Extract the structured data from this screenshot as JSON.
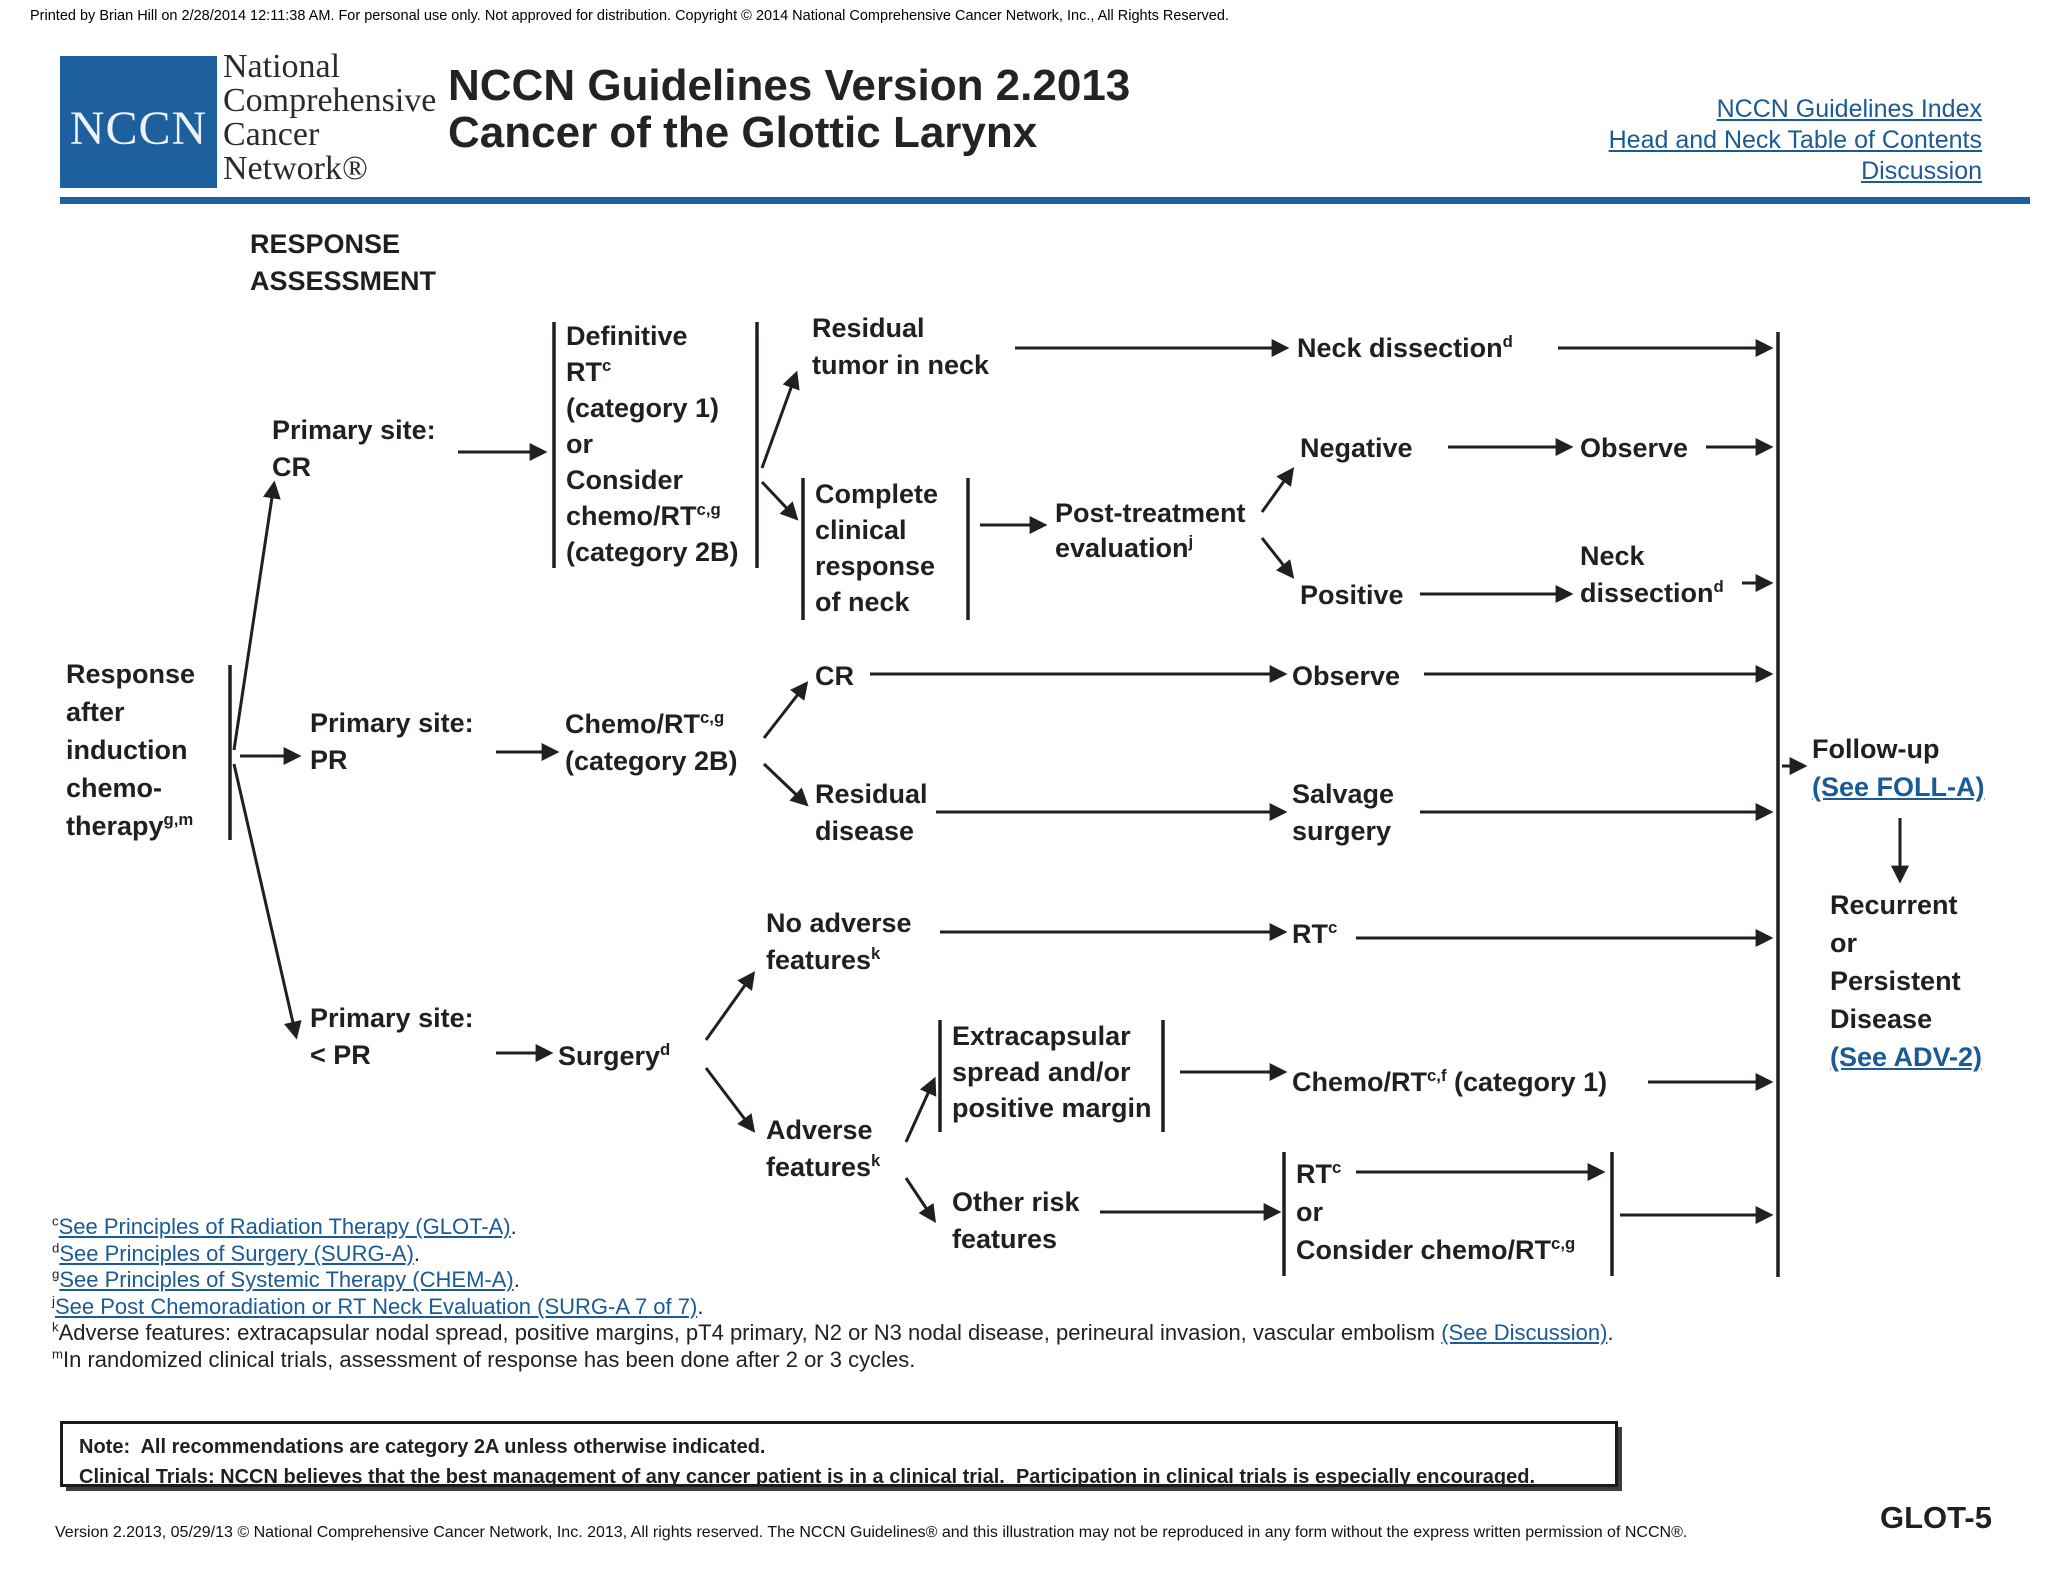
{
  "header": {
    "print_line": "Printed by Brian Hill on 2/28/2014 12:11:38 AM. For personal use only. Not approved for distribution. Copyright © 2014 National Comprehensive Cancer Network, Inc., All Rights Reserved.",
    "logo_acronym": "NCCN",
    "brand_lines": [
      "National",
      "Comprehensive",
      "Cancer",
      "Network®"
    ],
    "title_line1": "NCCN Guidelines Version 2.2013",
    "title_line2": "Cancer of the Glottic Larynx",
    "links": [
      "NCCN Guidelines Index",
      "Head and Neck Table of Contents",
      "Discussion"
    ]
  },
  "nodes": {
    "response_assessment": [
      [
        {
          "t": "RESPONSE"
        }
      ],
      [
        {
          "t": "ASSESSMENT"
        }
      ]
    ],
    "response_after": [
      [
        {
          "t": "Response"
        }
      ],
      [
        {
          "t": "after"
        }
      ],
      [
        {
          "t": "induction"
        }
      ],
      [
        {
          "t": "chemo-"
        }
      ],
      [
        {
          "t": "therapy"
        },
        {
          "t": "g,m",
          "k": "sup"
        }
      ]
    ],
    "primary_cr": [
      [
        {
          "t": "Primary site:"
        }
      ],
      [
        {
          "t": "CR"
        }
      ]
    ],
    "primary_pr": [
      [
        {
          "t": "Primary site:"
        }
      ],
      [
        {
          "t": "PR"
        }
      ]
    ],
    "primary_less_pr": [
      [
        {
          "t": "Primary site:"
        }
      ],
      [
        {
          "t": "< PR"
        }
      ]
    ],
    "definitive_rt": [
      [
        {
          "t": "Definitive"
        }
      ],
      [
        {
          "t": "RT"
        },
        {
          "t": "c",
          "k": "sup"
        }
      ],
      [
        {
          "t": "(category 1)"
        }
      ],
      [
        {
          "t": "or"
        }
      ],
      [
        {
          "t": "Consider"
        }
      ],
      [
        {
          "t": "chemo/RT"
        },
        {
          "t": "c,g",
          "k": "sup"
        }
      ],
      [
        {
          "t": "(category 2B)"
        }
      ]
    ],
    "residual_tumor": [
      [
        {
          "t": "Residual"
        }
      ],
      [
        {
          "t": "tumor in neck"
        }
      ]
    ],
    "neck_dissection_1": [
      [
        {
          "t": "Neck dissection"
        },
        {
          "t": "d",
          "k": "sup"
        }
      ]
    ],
    "complete_response": [
      [
        {
          "t": "Complete"
        }
      ],
      [
        {
          "t": "clinical"
        }
      ],
      [
        {
          "t": "response"
        }
      ],
      [
        {
          "t": "of neck"
        }
      ]
    ],
    "post_treatment": [
      [
        {
          "t": "Post-treatment"
        }
      ],
      [
        {
          "t": "evaluation"
        },
        {
          "t": "j",
          "k": "sup"
        }
      ]
    ],
    "negative": [
      [
        {
          "t": "Negative"
        }
      ]
    ],
    "observe_1": [
      [
        {
          "t": "Observe"
        }
      ]
    ],
    "positive": [
      [
        {
          "t": "Positive"
        }
      ]
    ],
    "neck_dissection_2": [
      [
        {
          "t": "Neck"
        }
      ],
      [
        {
          "t": "dissection"
        },
        {
          "t": "d",
          "k": "sup"
        }
      ]
    ],
    "chemo_rt_2b": [
      [
        {
          "t": "Chemo/RT"
        },
        {
          "t": "c,g",
          "k": "sup"
        }
      ],
      [
        {
          "t": "(category 2B)"
        }
      ]
    ],
    "cr_2": [
      [
        {
          "t": "CR"
        }
      ]
    ],
    "observe_2": [
      [
        {
          "t": "Observe"
        }
      ]
    ],
    "residual_disease": [
      [
        {
          "t": "Residual"
        }
      ],
      [
        {
          "t": "disease"
        }
      ]
    ],
    "salvage_surgery": [
      [
        {
          "t": "Salvage"
        }
      ],
      [
        {
          "t": "surgery"
        }
      ]
    ],
    "surgery": [
      [
        {
          "t": "Surgery"
        },
        {
          "t": "d",
          "k": "sup"
        }
      ]
    ],
    "no_adverse": [
      [
        {
          "t": "No adverse"
        }
      ],
      [
        {
          "t": "features"
        },
        {
          "t": "k",
          "k": "sup"
        }
      ]
    ],
    "rt_1": [
      [
        {
          "t": "RT"
        },
        {
          "t": "c",
          "k": "sup"
        }
      ]
    ],
    "adverse": [
      [
        {
          "t": "Adverse"
        }
      ],
      [
        {
          "t": "features"
        },
        {
          "t": "k",
          "k": "sup"
        }
      ]
    ],
    "extracapsular": [
      [
        {
          "t": "Extracapsular"
        }
      ],
      [
        {
          "t": "spread and/or"
        }
      ],
      [
        {
          "t": "positive margin"
        }
      ]
    ],
    "chemo_rt_cf": [
      [
        {
          "t": "Chemo/RT"
        },
        {
          "t": "c,f",
          "k": "sup"
        },
        {
          "t": " (category 1)"
        }
      ]
    ],
    "other_risk": [
      [
        {
          "t": "Other risk"
        }
      ],
      [
        {
          "t": "features"
        }
      ]
    ],
    "rt_or_consider": [
      [
        {
          "t": "RT"
        },
        {
          "t": "c",
          "k": "sup"
        }
      ],
      [
        {
          "t": "or"
        }
      ],
      [
        {
          "t": "Consider chemo/RT"
        },
        {
          "t": "c,g",
          "k": "sup"
        }
      ]
    ],
    "follow_up": [
      [
        {
          "t": "Follow-up"
        }
      ],
      [
        {
          "t": "(See FOLL-A)",
          "k": "link"
        }
      ]
    ],
    "recurrent": [
      [
        {
          "t": "Recurrent"
        }
      ],
      [
        {
          "t": "or"
        }
      ],
      [
        {
          "t": "Persistent"
        }
      ],
      [
        {
          "t": "Disease"
        }
      ],
      [
        {
          "t": "(See ADV-2)",
          "k": "link"
        }
      ]
    ]
  },
  "footnotes": [
    [
      {
        "t": "c",
        "k": "sup"
      },
      {
        "t": "See Principles of Radiation Therapy (GLOT-A)",
        "k": "link"
      },
      {
        "t": "."
      }
    ],
    [
      {
        "t": "d",
        "k": "sup"
      },
      {
        "t": "See Principles of Surgery (SURG-A)",
        "k": "link"
      },
      {
        "t": "."
      }
    ],
    [
      {
        "t": "g",
        "k": "sup"
      },
      {
        "t": "See Principles of Systemic Therapy (CHEM-A)",
        "k": "link"
      },
      {
        "t": "."
      }
    ],
    [
      {
        "t": "j",
        "k": "sup"
      },
      {
        "t": "See Post Chemoradiation or RT Neck Evaluation (SURG-A 7 of 7)",
        "k": "link"
      },
      {
        "t": "."
      }
    ],
    [
      {
        "t": "k",
        "k": "sup"
      },
      {
        "t": "Adverse features: extracapsular nodal spread, positive margins, pT4 primary, N2 or N3 nodal disease, perineural invasion, vascular embolism "
      },
      {
        "t": "(See Discussion)",
        "k": "link"
      },
      {
        "t": "."
      }
    ],
    [
      {
        "t": "m",
        "k": "sup"
      },
      {
        "t": "In randomized clinical trials, assessment of response has been done after 2 or 3 cycles."
      }
    ]
  ],
  "note_box": {
    "line1": "Note:  All recommendations are category 2A unless otherwise indicated.",
    "line2": "Clinical Trials: NCCN believes that the best management of any cancer patient is in a clinical trial.  Participation in clinical trials is especially encouraged."
  },
  "footer": {
    "copyright": "Version 2.2013, 05/29/13 © National Comprehensive Cancer Network, Inc. 2013, All rights reserved. The NCCN Guidelines® and this illustration may not be reproduced in any form without the express written permission of NCCN®.",
    "page_id": "GLOT-5"
  },
  "colors": {
    "ink": "#231f20",
    "brand_blue": "#1e5f9e",
    "link_blue": "#1a5a96"
  }
}
